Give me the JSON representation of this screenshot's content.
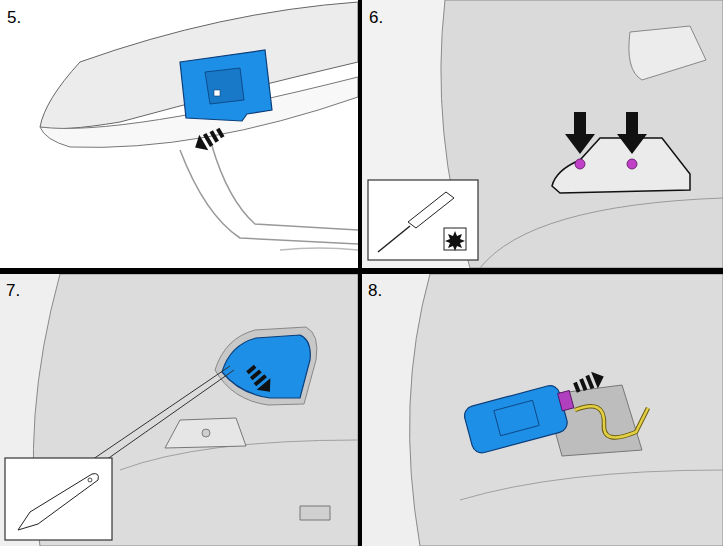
{
  "diagram": {
    "labels": [
      "5.",
      "6.",
      "7.",
      "8."
    ]
  }
}
